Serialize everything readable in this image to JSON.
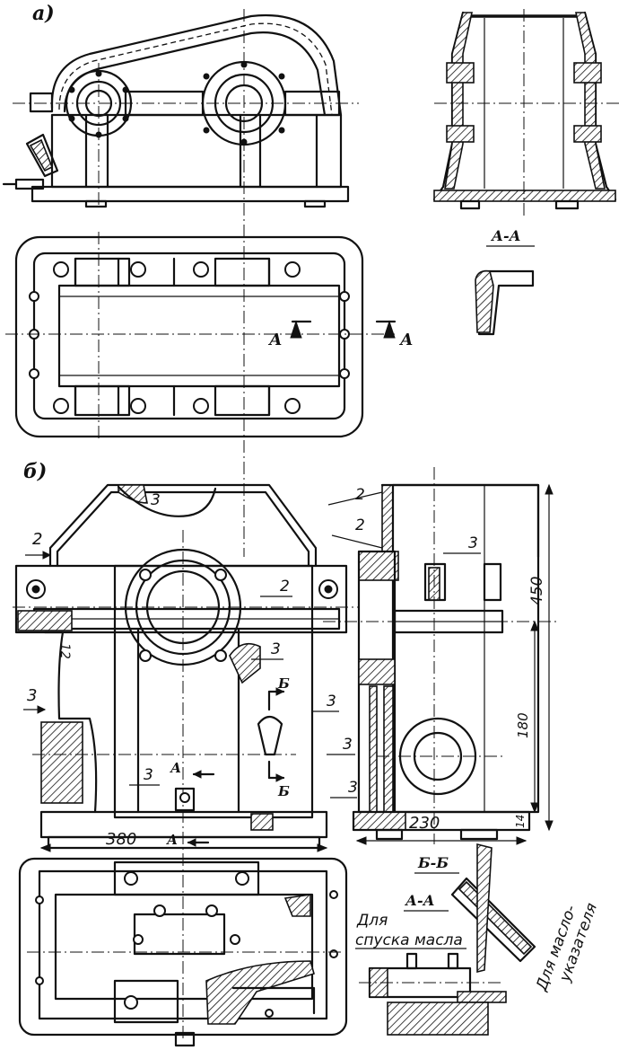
{
  "figure": {
    "part_a_label": "а)",
    "part_b_label": "б)",
    "section_aa_top": "А-А",
    "arrow_a_left": "А",
    "arrow_a_right": "А",
    "dim_2_top": "2",
    "dim_3_left": "3",
    "dim_12": "12",
    "dim_380": "380",
    "dim_450": "450",
    "dim_180": "180",
    "dim_230": "230",
    "dim_14": "14",
    "weld_3_top": "3",
    "weld_2_right": "2",
    "weld_3_mid": "3",
    "weld_3_a": "3",
    "weld_3_b": "3",
    "weld_3_c": "3",
    "weld_3_d": "3",
    "weld_2_side_top": "2",
    "weld_2_side_mid": "2",
    "weld_3_side": "3",
    "arrow_b_top": "Б",
    "arrow_b_bot": "Б",
    "arrow_a_plan": "А",
    "arrow_a_mid": "А",
    "section_bb": "Б-Б",
    "section_aa_bottom": "А-А",
    "note_drain_line1": "Для",
    "note_drain_line2": "спуска масла",
    "note_indicator_line1": "Для масло-",
    "note_indicator_line2": "указателя"
  }
}
